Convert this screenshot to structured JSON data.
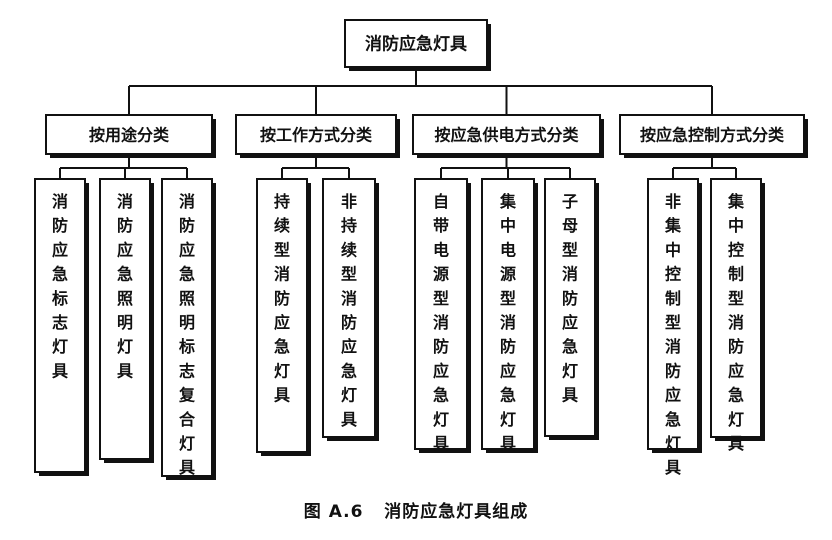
{
  "root": {
    "label": "消防应急灯具"
  },
  "categories": [
    {
      "label": "按用途分类",
      "leaves": [
        "消防应急标志灯具",
        "消防应急照明灯具",
        "消防应急照明标志复合灯具"
      ]
    },
    {
      "label": "按工作方式分类",
      "leaves": [
        "持续型消防应急灯具",
        "非持续型消防应急灯具"
      ]
    },
    {
      "label": "按应急供电方式分类",
      "leaves": [
        "自带电源型消防应急灯具",
        "集中电源型消防应急灯具",
        "子母型消防应急灯具"
      ]
    },
    {
      "label": "按应急控制方式分类",
      "leaves": [
        "非集中控制型消防应急灯具",
        "集中控制型消防应急灯具"
      ]
    }
  ],
  "caption": "图 A.6   消防应急灯具组成"
}
